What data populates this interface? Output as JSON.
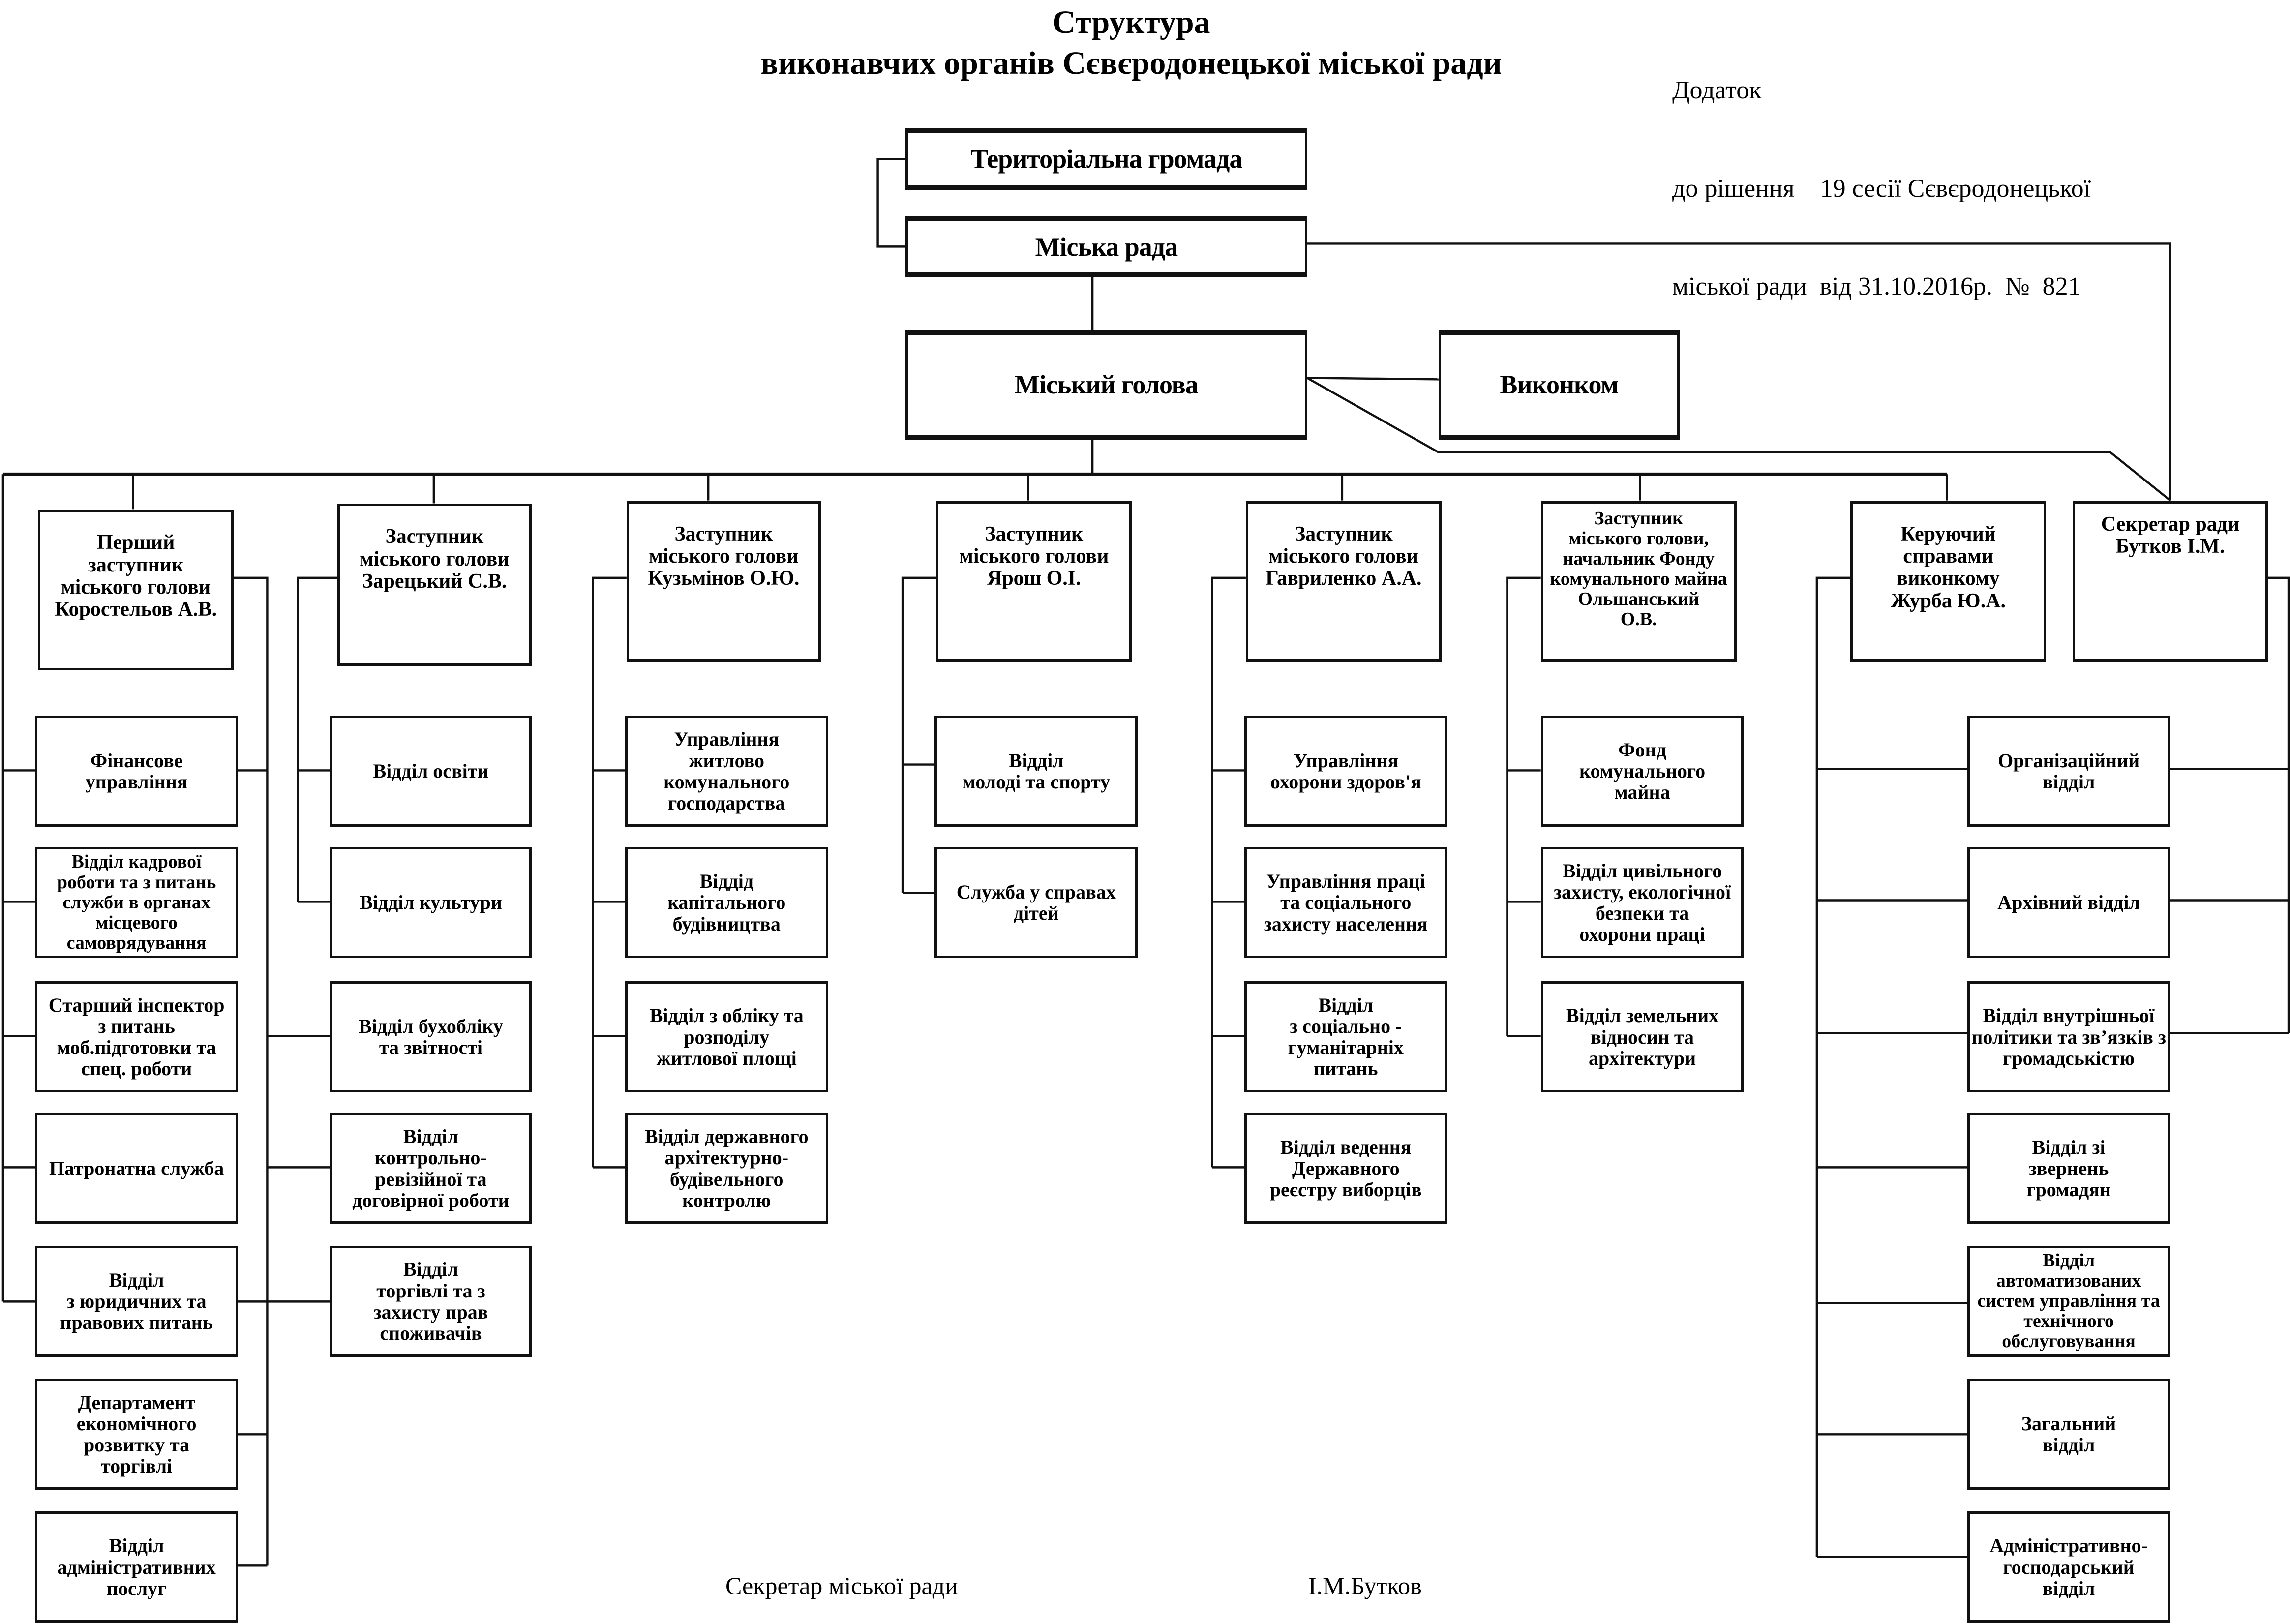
{
  "header": {
    "title_line1": "Структура",
    "title_line2": "виконавчих органів Сєвєродонецької міської ради",
    "annex_line1": "Додаток",
    "annex_line2": "до рішення    19 сесії Сєвєродонецької",
    "annex_line3": "міської ради  від 31.10.2016р.  №  821"
  },
  "top": {
    "community": "Територіальна громада",
    "council": "Міська рада",
    "mayor": "Міський голова",
    "executive_committee": "Виконком"
  },
  "columns": [
    {
      "head": "Перший\nзаступник\nміського голови\nКоростельов А.В.",
      "units": [
        "Фінансове\nуправління",
        "Відділ кадрової\nроботи та з питань\nслужби в органах\nмісцевого\nсамоврядування",
        "Старший інспектор\nз питань\nмоб.підготовки та\nспец. роботи",
        "Патронатна служба",
        "Відділ\nз юридичних та\nправових питань",
        "Департамент\nекономічного\nрозвитку та\nторгівлі",
        "Відділ\nадміністративних\nпослуг"
      ]
    },
    {
      "head": "Заступник\nміського голови\nЗарецький С.В.",
      "units": [
        "Відділ освіти",
        "Відділ культури",
        "Відділ бухобліку\nта звітності",
        "Відділ\nконтрольно-\nревізійної та\nдоговірної роботи",
        "Відділ\nторгівлі та з\nзахисту прав\nспоживачів"
      ]
    },
    {
      "head": "Заступник\nміського голови\nКузьмінов О.Ю.",
      "units": [
        "Управління\nжитлово\nкомунального\nгосподарства",
        "Віддід\nкапітального\nбудівництва",
        "Відділ з обліку та\nрозподілу\nжитлової площі",
        "Відділ державного\nархітектурно-\nбудівельного\nконтролю"
      ]
    },
    {
      "head": "Заступник\nміського голови\nЯрош О.І.",
      "units": [
        "Відділ\nмолоді  та спорту",
        "Служба у справах\nдітей"
      ]
    },
    {
      "head": "Заступник\nміського голови\nГавриленко А.А.",
      "units": [
        "Управління\nохорони здоров'я",
        "Управління праці\nта соціального\nзахисту населення",
        "Відділ\nз соціально -\nгуманітарніх\nпитань",
        "Відділ ведення\nДержавного\nреєстру виборців"
      ]
    },
    {
      "head": "Заступник\nміського голови,\nначальник  Фонду\nкомунального майна\nОльшанський\nО.В.",
      "units": [
        "Фонд\nкомунального\nмайна",
        "Відділ цивільного\nзахисту, екологічної\nбезпеки та\nохорони праці",
        "Відділ земельних\nвідносин та\nархітектури"
      ]
    },
    {
      "head": "Керуючий\nсправами\nвиконкому\nЖурба Ю.А.",
      "units": [
        "Організаційний\nвідділ",
        "Архівний відділ",
        "Відділ внутрішньої\nполітики та зв’язків з\nгромадськістю",
        "Відділ зі\nзвернень\nгромадян",
        "Відділ\nавтоматизованих\nсистем управління та\nтехнічного\nобслуговування",
        "Загальний\nвідділ",
        "Адміністративно-\nгосподарський\nвідділ"
      ]
    },
    {
      "head": "Секретар ради\nБутков І.М.",
      "units": []
    }
  ],
  "footer": {
    "signature_title": "Секретар міської ради",
    "signature_name": "І.М.Бутков"
  }
}
